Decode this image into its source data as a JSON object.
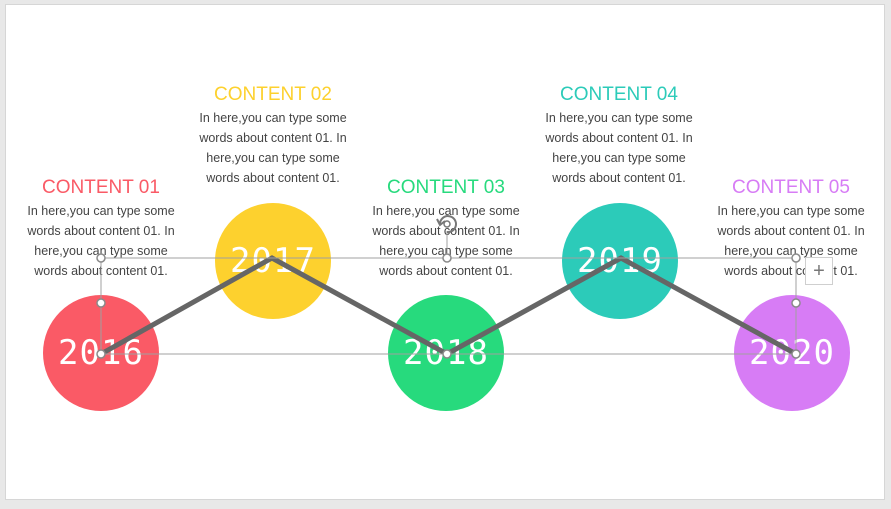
{
  "milestones": [
    {
      "title": "CONTENT 01",
      "year": "2016",
      "description": "In here,you can type some words about content 01. In here,you can type some words about content 01.",
      "color": "#fa5a66"
    },
    {
      "title": "CONTENT 02",
      "year": "2017",
      "description": "In here,you can type some words about content 01. In here,you can type some words about content 01.",
      "color": "#fdd12e"
    },
    {
      "title": "CONTENT 03",
      "year": "2018",
      "description": "In here,you can type some words about content 01. In here,you can type some words about content 01.",
      "color": "#27da7d"
    },
    {
      "title": "CONTENT 04",
      "year": "2019",
      "description": "In here,you can type some words about content 01. In here,you can type some words about content 01.",
      "color": "#2ccbb9"
    },
    {
      "title": "CONTENT 05",
      "year": "2020",
      "description": "In here,you can type some words about content 01. In here,you can type some words about content 01.",
      "color": "#d77cf5"
    }
  ],
  "connector_color": "#666666",
  "selection": {
    "handle_color": "#999999",
    "add_icon": "plus-icon",
    "rotate_icon": "rotate-handle-icon"
  }
}
